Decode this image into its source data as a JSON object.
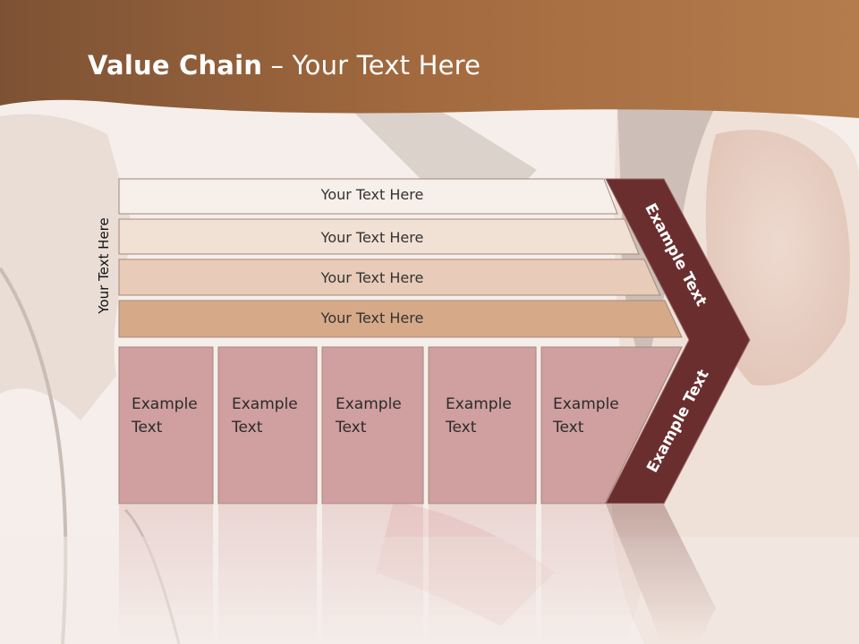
{
  "slide": {
    "title_bold": "Value Chain",
    "title_rest": " – Your Text Here",
    "vertical_label": "Your Text Here"
  },
  "rows": [
    {
      "label": "Your Text Here",
      "color": "#f6efea"
    },
    {
      "label": "Your Text Here",
      "color": "#f1e0d4"
    },
    {
      "label": "Your Text Here",
      "color": "#e8cbb8"
    },
    {
      "label": "Your Text Here",
      "color": "#d6aa88"
    }
  ],
  "boxes": [
    {
      "line1": "Example",
      "line2": "Text"
    },
    {
      "line1": "Example",
      "line2": "Text"
    },
    {
      "line1": "Example",
      "line2": "Text"
    },
    {
      "line1": "Example",
      "line2": "Text"
    },
    {
      "line1": "Example",
      "line2": "Text"
    }
  ],
  "chevron": {
    "upper": "Example Text",
    "lower": "Example Text",
    "color": "#6b2e2e"
  },
  "colors": {
    "header": "#9c6238",
    "box_fill": "#d09fa0"
  }
}
